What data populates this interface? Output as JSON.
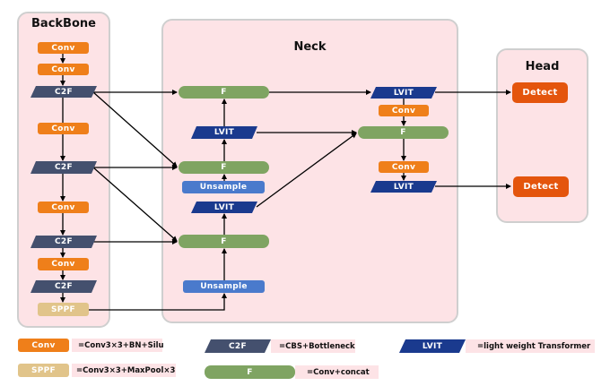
{
  "panels": {
    "backbone": "BackBone",
    "neck": "Neck",
    "head": "Head"
  },
  "backbone_nodes": [
    {
      "type": "conv",
      "label": "Conv"
    },
    {
      "type": "conv",
      "label": "Conv"
    },
    {
      "type": "c2f",
      "label": "C2F"
    },
    {
      "type": "conv",
      "label": "Conv"
    },
    {
      "type": "c2f",
      "label": "C2F"
    },
    {
      "type": "conv",
      "label": "Conv"
    },
    {
      "type": "c2f",
      "label": "C2F"
    },
    {
      "type": "conv",
      "label": "Conv"
    },
    {
      "type": "c2f",
      "label": "C2F"
    },
    {
      "type": "sppf",
      "label": "SPPF"
    }
  ],
  "neck_nodes": {
    "f_top": "F",
    "lvit_top": "LVIT",
    "f_mid": "F",
    "unsample_mid": "Unsample",
    "lvit_mid": "LVIT",
    "f_bottom": "F",
    "unsample_bottom": "Unsample",
    "lvit_right_top": "LVIT",
    "conv_right_top": "Conv",
    "f_right": "F",
    "conv_right_bottom": "Conv",
    "lvit_right_bottom": "LVIT"
  },
  "head_nodes": [
    "Detect",
    "Detect"
  ],
  "legend": [
    {
      "type": "conv",
      "label": "Conv",
      "desc": "=Conv3×3+BN+Silu"
    },
    {
      "type": "c2f",
      "label": "C2F",
      "desc": "=CBS+Bottleneck"
    },
    {
      "type": "lvit",
      "label": "LVIT",
      "desc": "=light weight Transformer"
    },
    {
      "type": "sppf",
      "label": "SPPF",
      "desc": "=Conv3×3+MaxPool×3"
    },
    {
      "type": "f",
      "label": "F",
      "desc": "=Conv+concat"
    }
  ],
  "colors": {
    "conv": "#ef7f1a",
    "c2f": "#44506e",
    "lvit": "#1a3a8e",
    "sppf": "#e1c48a",
    "f": "#7fa462",
    "unsample": "#4a7acc",
    "detect": "#e4550d",
    "panel_bg": "#fde3e6"
  }
}
